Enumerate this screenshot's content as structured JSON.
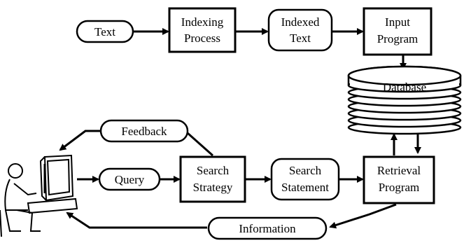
{
  "nodes": {
    "text": "Text",
    "indexing_process": [
      "Indexing",
      "Process"
    ],
    "indexed_text": [
      "Indexed",
      "Text"
    ],
    "input_program": [
      "Input",
      "Program"
    ],
    "database": "Database",
    "feedback": "Feedback",
    "query": "Query",
    "search_strategy": [
      "Search",
      "Strategy"
    ],
    "search_statement": [
      "Search",
      "Statement"
    ],
    "retrieval_program": [
      "Retrieval",
      "Program"
    ],
    "information": "Information"
  },
  "icons": {
    "user": "person-at-computer-icon"
  }
}
